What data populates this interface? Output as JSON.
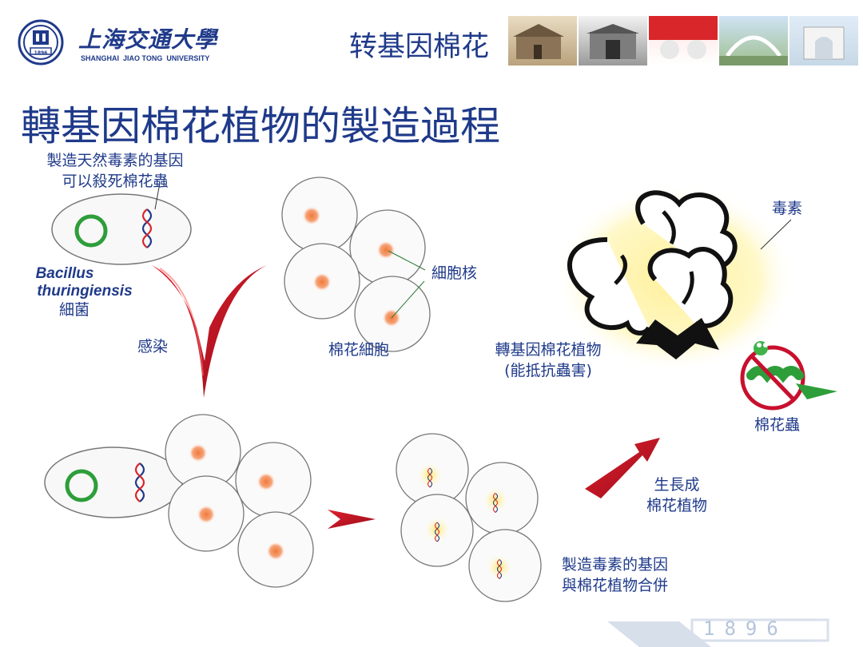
{
  "header": {
    "logo_cn": "上海交通大學",
    "logo_en": "SHANGHAI  JIAO TONG  UNIVERSITY",
    "seal_year": "1896",
    "title": "转基因棉花"
  },
  "slide": {
    "title": "轉基因棉花植物的製造過程",
    "labels": {
      "gene_line1": "製造天然毒素的基因",
      "gene_line2": "可以殺死棉花蟲",
      "bacillus_line1": "Bacillus",
      "bacillus_line2": "thuringiensis",
      "bacillus_line3": "細菌",
      "infect": "感染",
      "cotton_cell": "棉花細胞",
      "nucleus": "細胞核",
      "toxin": "毒素",
      "plant_line1": "轉基因棉花植物",
      "plant_line2": "(能抵抗蟲害)",
      "pest": "棉花蟲",
      "grow_line1": "生長成",
      "grow_line2": "棉花植物",
      "merge_line1": "製造毒素的基因",
      "merge_line2": "與棉花植物合併"
    }
  },
  "watermark": "1896",
  "colors": {
    "title_blue": "#1f3a8a",
    "arrow_red": "#c8102e",
    "ring_green": "#2e9e3a",
    "nucleus_orange": "#f07a3a",
    "glow_yellow": "#fff5b0"
  }
}
